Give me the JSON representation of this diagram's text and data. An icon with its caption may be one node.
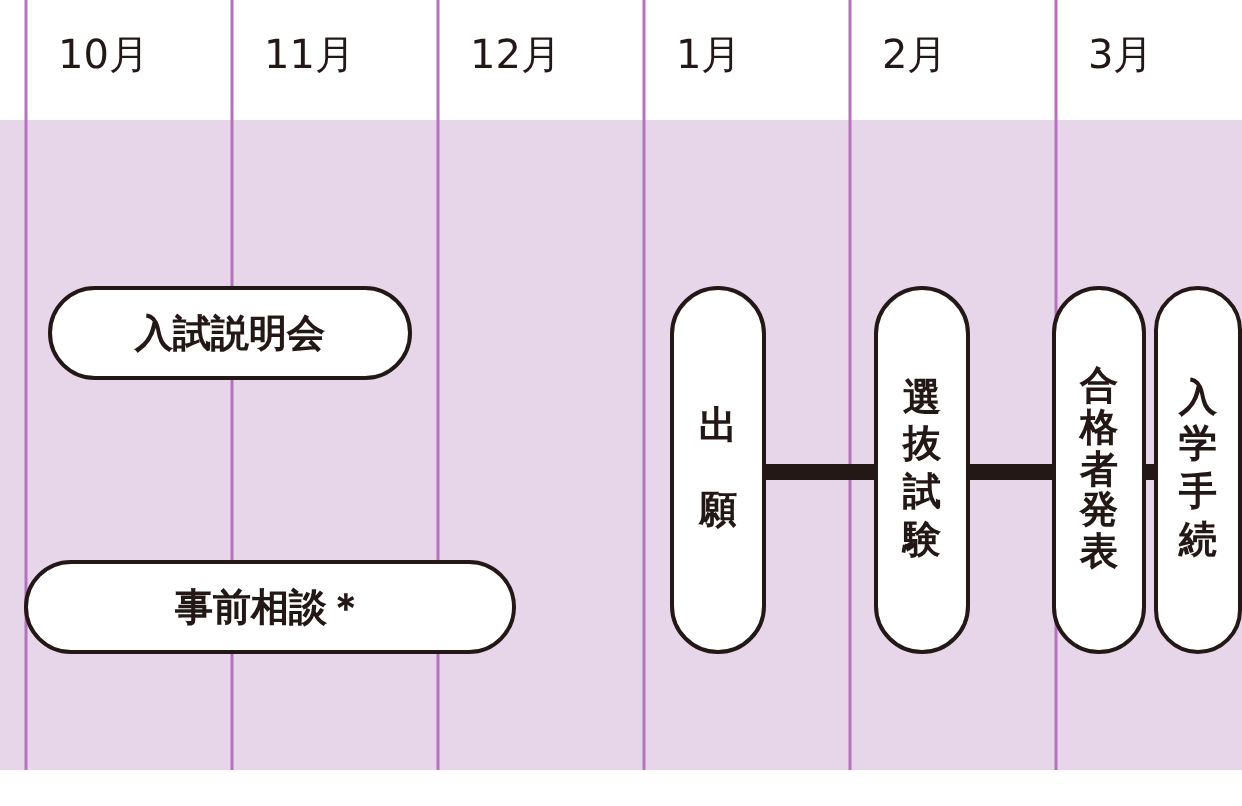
{
  "diagram": {
    "nodes": [
      {
        "text": [
          "入試説明会"
        ]
      },
      {
        "text": [
          "事前相談＊"
        ]
      },
      {
        "text": [
          "出願"
        ]
      },
      {
        "text": [
          "選抜試験"
        ]
      },
      {
        "text": [
          "合格者発表"
        ]
      },
      {
        "text": [
          "入学手続"
        ]
      }
    ],
    "edges": [
      {
        "from": 2,
        "to": 3,
        "arrow": "none"
      },
      {
        "from": 3,
        "to": 4,
        "arrow": "none"
      },
      {
        "from": 4,
        "to": 5,
        "arrow": "none"
      }
    ],
    "labels": [
      "10月",
      "11月",
      "12月",
      "1月",
      "2月",
      "3月"
    ]
  }
}
